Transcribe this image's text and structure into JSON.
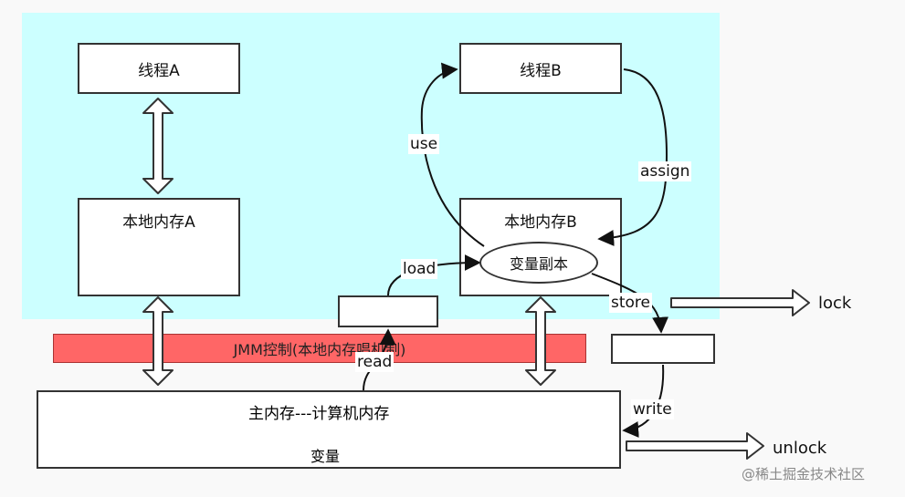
{
  "thread_a": "线程A",
  "thread_b": "线程B",
  "local_mem_a": "本地内存A",
  "local_mem_b": "本地内存B",
  "var_copy": "变量副本",
  "jmm_band": "JMM控制(本地内存唱机制)",
  "main_memory": {
    "title": "主内存---计算机内存",
    "content": "变量"
  },
  "ops": {
    "use": "use",
    "assign": "assign",
    "load": "load",
    "read": "read",
    "store": "store",
    "write": "write",
    "lock": "lock",
    "unlock": "unlock"
  },
  "watermark": "@稀土掘金技术社区",
  "colors": {
    "panel": "#ccffff",
    "band": "#ff6666",
    "border": "#333333"
  }
}
